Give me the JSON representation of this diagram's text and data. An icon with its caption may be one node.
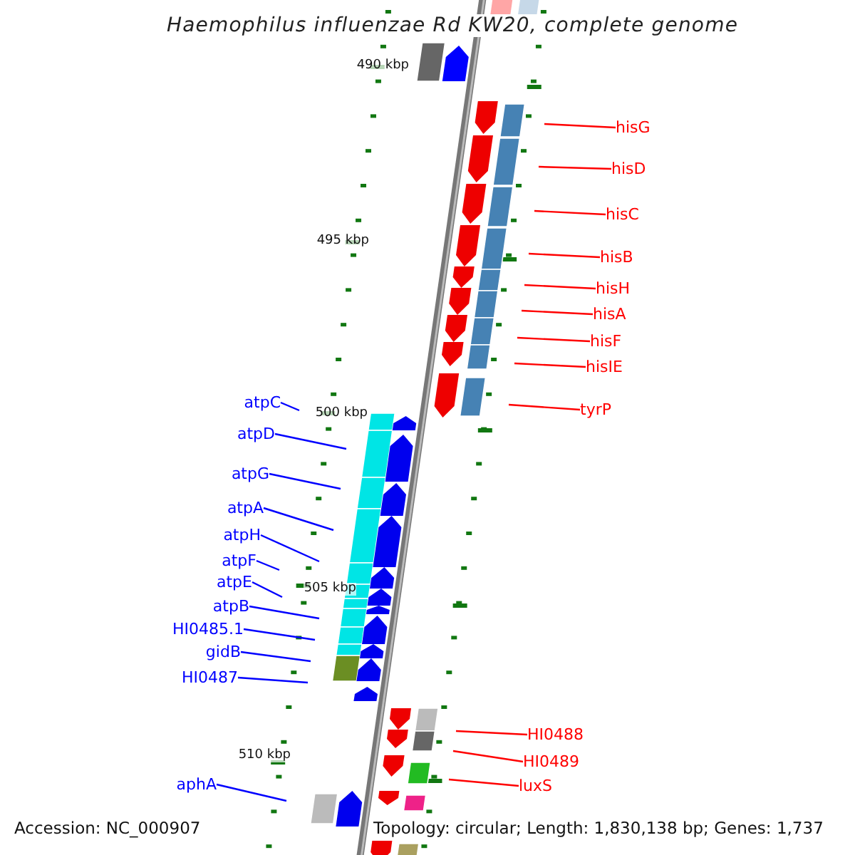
{
  "diagram": {
    "title": "Haemophilus influenzae Rd KW20, complete genome",
    "nodes": [
      {
        "text": [
          "hisG"
        ]
      },
      {
        "text": [
          "hisD"
        ]
      },
      {
        "text": [
          "hisC"
        ]
      },
      {
        "text": [
          "hisB"
        ]
      },
      {
        "text": [
          "hisH"
        ]
      },
      {
        "text": [
          "hisA"
        ]
      },
      {
        "text": [
          "hisF"
        ]
      },
      {
        "text": [
          "hisIE"
        ]
      },
      {
        "text": [
          "atpC"
        ]
      },
      {
        "text": [
          "tyrP"
        ]
      },
      {
        "text": [
          "atpD"
        ]
      },
      {
        "text": [
          "atpG"
        ]
      },
      {
        "text": [
          "atpA"
        ]
      },
      {
        "text": [
          "atpH"
        ]
      },
      {
        "text": [
          "atpF"
        ]
      },
      {
        "text": [
          "atpE"
        ]
      },
      {
        "text": [
          "atpB"
        ]
      },
      {
        "text": [
          "HI0485.1"
        ]
      },
      {
        "text": [
          "gidB"
        ]
      },
      {
        "text": [
          "HI0487"
        ]
      },
      {
        "text": [
          "HI0488"
        ]
      },
      {
        "text": [
          "HI0489"
        ]
      },
      {
        "text": [
          "luxS"
        ]
      },
      {
        "text": [
          "aphA"
        ]
      }
    ],
    "edges": [
      {
        "from": 0,
        "to": null,
        "arrow": "none",
        "color": "#ff0000"
      },
      {
        "from": 1,
        "to": null,
        "arrow": "none",
        "color": "#ff0000"
      },
      {
        "from": 2,
        "to": null,
        "arrow": "none",
        "color": "#ff0000"
      },
      {
        "from": 3,
        "to": null,
        "arrow": "none",
        "color": "#ff0000"
      },
      {
        "from": 4,
        "to": null,
        "arrow": "none",
        "color": "#ff0000"
      },
      {
        "from": 5,
        "to": null,
        "arrow": "none",
        "color": "#ff0000"
      },
      {
        "from": 6,
        "to": null,
        "arrow": "none",
        "color": "#ff0000"
      },
      {
        "from": 7,
        "to": null,
        "arrow": "none",
        "color": "#ff0000"
      },
      {
        "from": 8,
        "to": null,
        "arrow": "none",
        "color": "#0000ff"
      },
      {
        "from": 9,
        "to": null,
        "arrow": "none",
        "color": "#ff0000"
      },
      {
        "from": 10,
        "to": null,
        "arrow": "none",
        "color": "#0000ff"
      },
      {
        "from": 11,
        "to": null,
        "arrow": "none",
        "color": "#0000ff"
      },
      {
        "from": 12,
        "to": null,
        "arrow": "none",
        "color": "#0000ff"
      },
      {
        "from": 13,
        "to": null,
        "arrow": "none",
        "color": "#0000ff"
      },
      {
        "from": 14,
        "to": null,
        "arrow": "none",
        "color": "#0000ff"
      },
      {
        "from": 15,
        "to": null,
        "arrow": "none",
        "color": "#0000ff"
      },
      {
        "from": 16,
        "to": null,
        "arrow": "none",
        "color": "#0000ff"
      },
      {
        "from": 17,
        "to": null,
        "arrow": "none",
        "color": "#0000ff"
      },
      {
        "from": 18,
        "to": null,
        "arrow": "none",
        "color": "#0000ff"
      },
      {
        "from": 19,
        "to": null,
        "arrow": "none",
        "color": "#0000ff"
      },
      {
        "from": 20,
        "to": null,
        "arrow": "none",
        "color": "#ff0000"
      },
      {
        "from": 21,
        "to": null,
        "arrow": "none",
        "color": "#ff0000"
      },
      {
        "from": 22,
        "to": null,
        "arrow": "none",
        "color": "#ff0000"
      },
      {
        "from": 23,
        "to": null,
        "arrow": "none",
        "color": "#0000ff"
      }
    ],
    "labels": [
      "490 kbp",
      "495 kbp",
      "500 kbp",
      "505 kbp",
      "510 kbp",
      "Accession: NC_000907",
      "Topology: circular; Length: 1,830,138 bp; Genes: 1,737"
    ]
  }
}
